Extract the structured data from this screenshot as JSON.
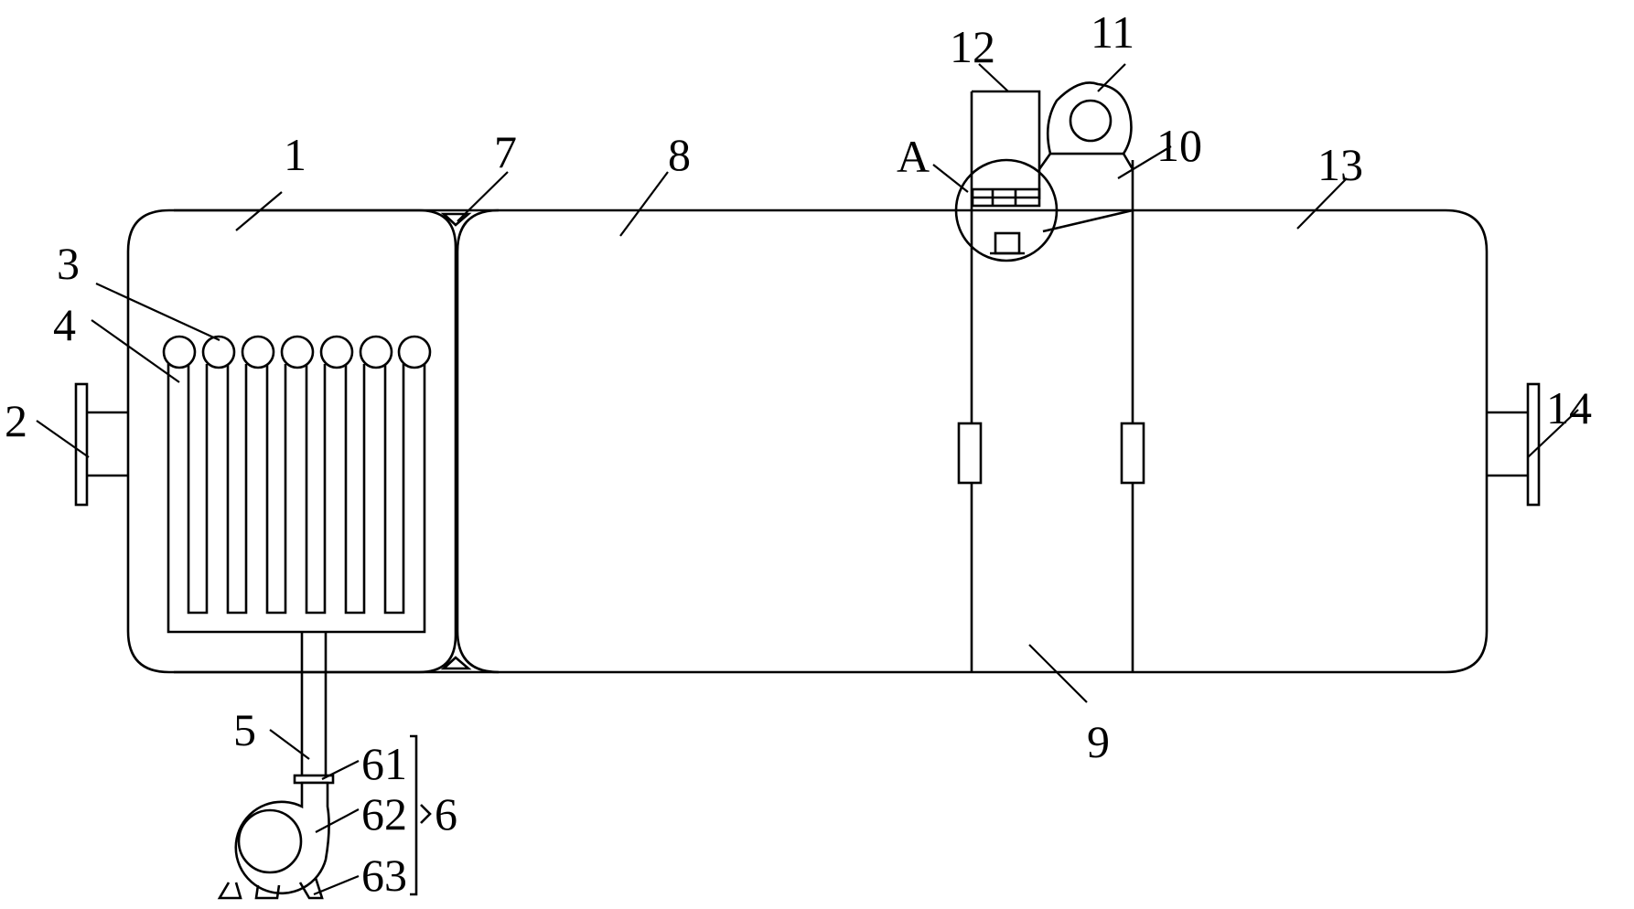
{
  "labels": {
    "l1": "1",
    "l2": "2",
    "l3": "3",
    "l4": "4",
    "l5": "5",
    "l6": "6",
    "l61": "61",
    "l62": "62",
    "l63": "63",
    "l7": "7",
    "l8": "8",
    "l9": "9",
    "l10": "10",
    "l11": "11",
    "l12": "12",
    "l13": "13",
    "l14": "14",
    "lA": "A"
  }
}
